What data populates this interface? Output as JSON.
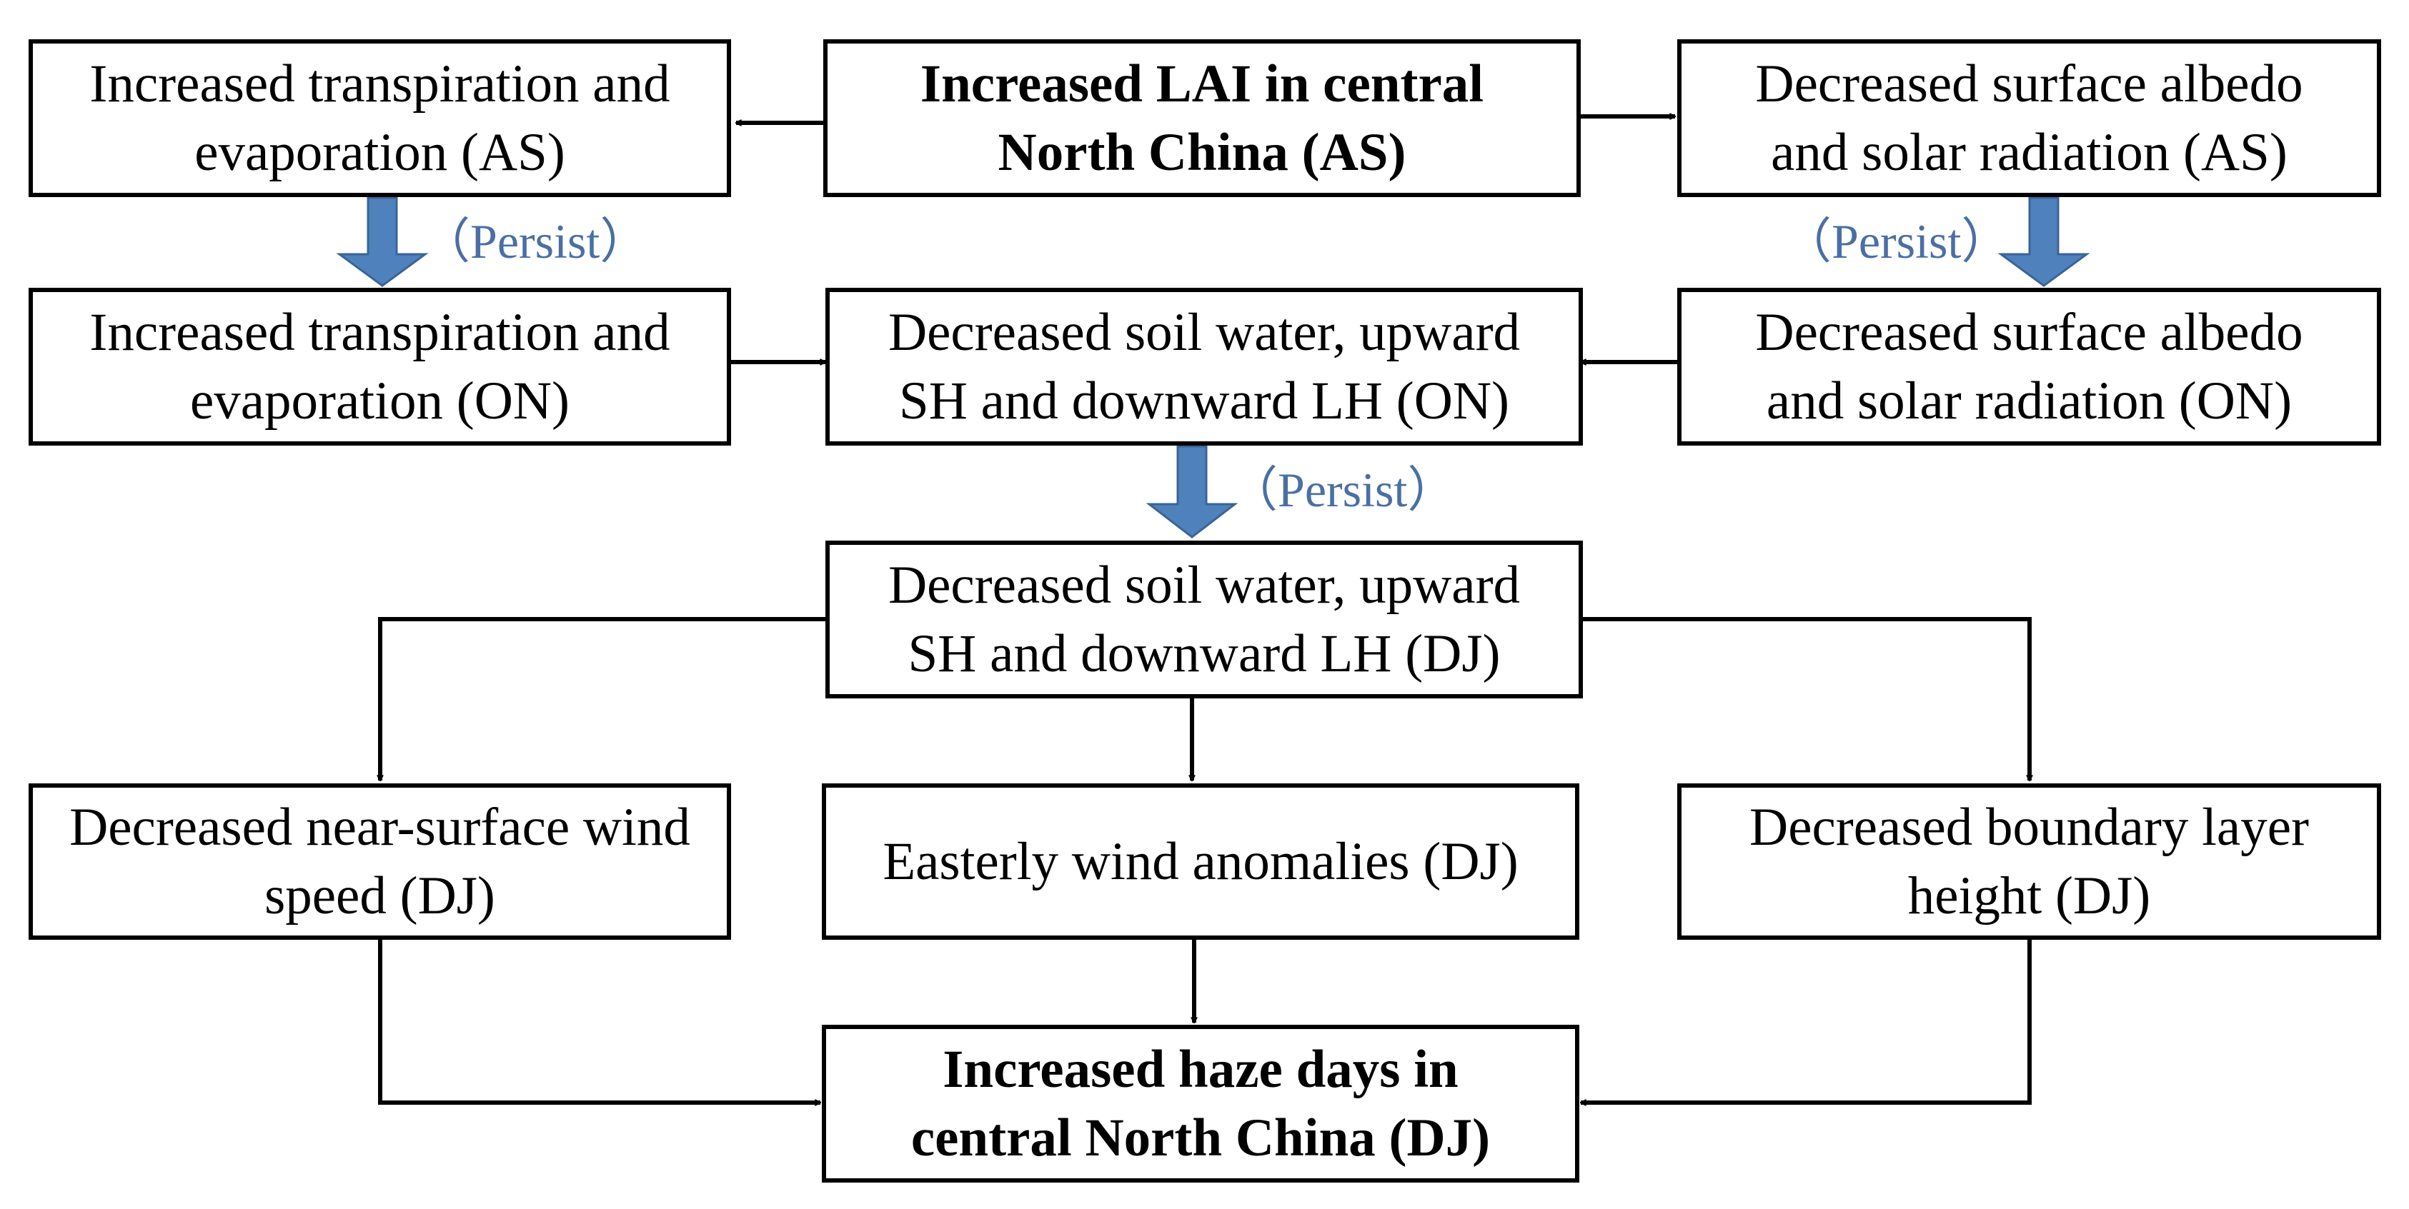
{
  "colors": {
    "persist_arrow": "#4F81BD",
    "persist_text": "#4A6FA5",
    "box_border": "#000000",
    "arrow": "#000000"
  },
  "nodes": {
    "lai_as": {
      "lines": [
        "Increased LAI in central",
        "North China (AS)"
      ],
      "bold": true
    },
    "transpiration_as": {
      "lines": [
        "Increased transpiration and",
        "evaporation (AS)"
      ]
    },
    "albedo_as": {
      "lines": [
        "Decreased surface albedo",
        "and solar radiation (AS)"
      ]
    },
    "transpiration_on": {
      "lines": [
        "Increased transpiration and",
        "evaporation (ON)"
      ]
    },
    "soil_on": {
      "lines": [
        "Decreased soil water, upward",
        "SH and downward LH (ON)"
      ]
    },
    "albedo_on": {
      "lines": [
        "Decreased surface albedo",
        "and solar radiation (ON)"
      ]
    },
    "soil_dj": {
      "lines": [
        "Decreased soil water, upward",
        "SH and downward LH (DJ)"
      ]
    },
    "wind_speed_dj": {
      "lines": [
        "Decreased near-surface wind",
        "speed (DJ)"
      ]
    },
    "easterly_dj": {
      "lines": [
        "Easterly wind anomalies (DJ)"
      ]
    },
    "boundary_dj": {
      "lines": [
        "Decreased boundary layer",
        "height (DJ)"
      ]
    },
    "haze_dj": {
      "lines": [
        "Increased haze days in",
        "central North China (DJ)"
      ],
      "bold": true
    }
  },
  "persist_labels": {
    "left": "（Persist）",
    "right": "（Persist）",
    "center": "（Persist）"
  },
  "edges": [
    {
      "from": "lai_as",
      "to": "transpiration_as",
      "style": "line-arrow"
    },
    {
      "from": "lai_as",
      "to": "albedo_as",
      "style": "line-arrow"
    },
    {
      "from": "transpiration_as",
      "to": "transpiration_on",
      "style": "persist-arrow"
    },
    {
      "from": "albedo_as",
      "to": "albedo_on",
      "style": "persist-arrow"
    },
    {
      "from": "transpiration_on",
      "to": "soil_on",
      "style": "line-arrow"
    },
    {
      "from": "albedo_on",
      "to": "soil_on",
      "style": "line-arrow"
    },
    {
      "from": "soil_on",
      "to": "soil_dj",
      "style": "persist-arrow"
    },
    {
      "from": "soil_dj",
      "to": "wind_speed_dj",
      "style": "line-arrow"
    },
    {
      "from": "soil_dj",
      "to": "easterly_dj",
      "style": "line-arrow"
    },
    {
      "from": "soil_dj",
      "to": "boundary_dj",
      "style": "line-arrow"
    },
    {
      "from": "wind_speed_dj",
      "to": "haze_dj",
      "style": "line-arrow"
    },
    {
      "from": "easterly_dj",
      "to": "haze_dj",
      "style": "line-arrow"
    },
    {
      "from": "boundary_dj",
      "to": "haze_dj",
      "style": "line-arrow"
    }
  ]
}
